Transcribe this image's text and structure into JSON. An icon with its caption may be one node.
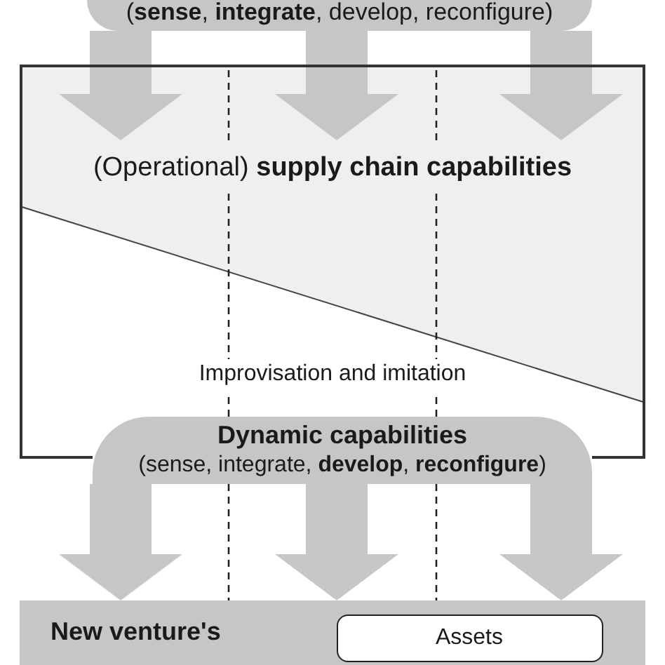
{
  "diagram": {
    "nodes": [
      {
        "text": [
          "(**sense**, **integrate**, develop, reconfigure)"
        ]
      },
      {
        "text": [
          "(Operational) **supply chain capabilities**",
          "Improvisation and imitation"
        ]
      },
      {
        "text": [
          "Dynamic capabilities",
          "(sense, integrate, **develop**, **reconfigure**)"
        ]
      },
      {
        "text": [
          "New venture's"
        ]
      },
      {
        "text": [
          "Assets"
        ],
        "in": 3
      }
    ],
    "edges": [
      {
        "from": 0,
        "to": 1,
        "arrow": "to"
      },
      {
        "from": 0,
        "to": 1,
        "arrow": "to"
      },
      {
        "from": 0,
        "to": 1,
        "arrow": "to"
      },
      {
        "from": 2,
        "to": 3,
        "arrow": "to"
      },
      {
        "from": 2,
        "to": 3,
        "arrow": "to"
      },
      {
        "from": 2,
        "to": 3,
        "arrow": "to"
      }
    ]
  }
}
